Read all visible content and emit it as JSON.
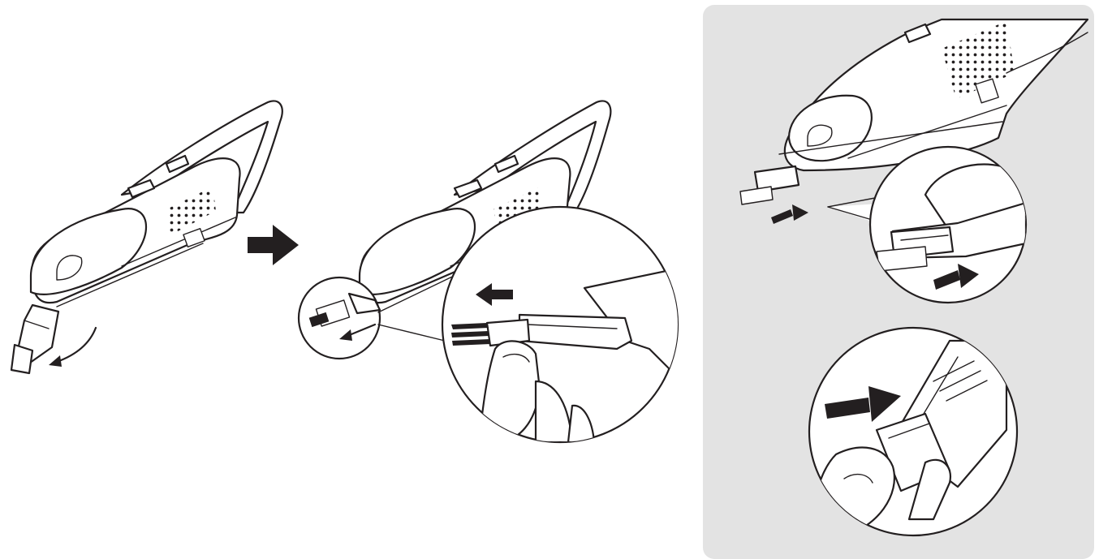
{
  "figure": {
    "panels": [
      {
        "id": "step-1",
        "description_icon": "cleaner-head-remove-illustration"
      },
      {
        "id": "step-2",
        "description_icon": "brush-remove-illustration"
      },
      {
        "id": "step-3",
        "description_icon": "brush-insert-illustration"
      }
    ],
    "colors": {
      "line": "#231f20",
      "panel_background": "#e3e3e3",
      "fill": "#ffffff"
    }
  }
}
